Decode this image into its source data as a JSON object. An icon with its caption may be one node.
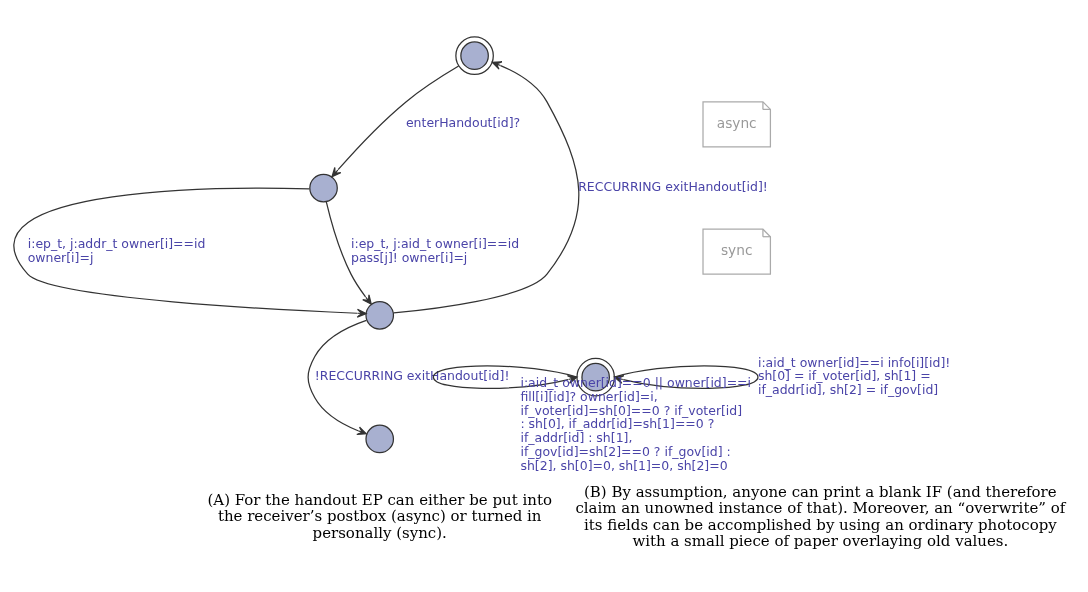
{
  "diagram": {
    "nodes": [
      {
        "text": [],
        "shape": "circle"
      },
      {
        "text": [],
        "shape": "circle"
      },
      {
        "text": [],
        "shape": "circle"
      },
      {
        "text": [],
        "shape": "circle"
      },
      {
        "text": [
          "async"
        ]
      },
      {
        "text": [
          "sync"
        ]
      },
      {
        "text": [],
        "shape": "circle"
      }
    ],
    "edges": [
      {
        "from": 0,
        "to": 1,
        "arrow": "to",
        "label": "enterHandout[id]?"
      },
      {
        "from": 1,
        "to": 2,
        "arrow": "to",
        "label": "i:ep_t, j:addr_t owner[i]==id owner[i]=j"
      },
      {
        "from": 1,
        "to": 2,
        "arrow": "to",
        "label": "i:ep_t, j:aid_t owner[i]==id pass[j]! owner[i]=j"
      },
      {
        "from": 2,
        "to": 0,
        "arrow": "to",
        "label": "RECCURRING exitHandout[id]!"
      },
      {
        "from": 2,
        "to": 3,
        "arrow": "to",
        "label": "!RECCURRING exitHandout[id]!"
      },
      {
        "from": 6,
        "to": 6,
        "arrow": "to",
        "label": "i:aid_t owner[id]==i info[i][id]! sh[0] = if_voter[id], sh[1] = if_addr[id], sh[2] = if_gov[id]"
      },
      {
        "from": 6,
        "to": 6,
        "arrow": "to",
        "label": "i:aid_t owner[id]==0 || owner[id]==i fill[i][id]? owner[id]=i, if_voter[id]=sh[0]==0 ? if_voter[id] : sh[0], if_addr[id]=sh[1]==0 ? if_addr[id] : sh[1], if_gov[id]=sh[2]==0 ? if_gov[id] : sh[2], sh[0]=0, sh[1]=0, sh[2]=0"
      }
    ],
    "labels": [
      "(A) For the handout EP can either be put into the receiver’s postbox (async) or turned in personally (sync).",
      "(B) By assumption, anyone can print a blank IF (and therefore claim an unowned instance of that). Moreover, an “overwrite” of its fields can be accomplished by using an ordinary photocopy with a small piece of paper overlaying old values."
    ]
  }
}
